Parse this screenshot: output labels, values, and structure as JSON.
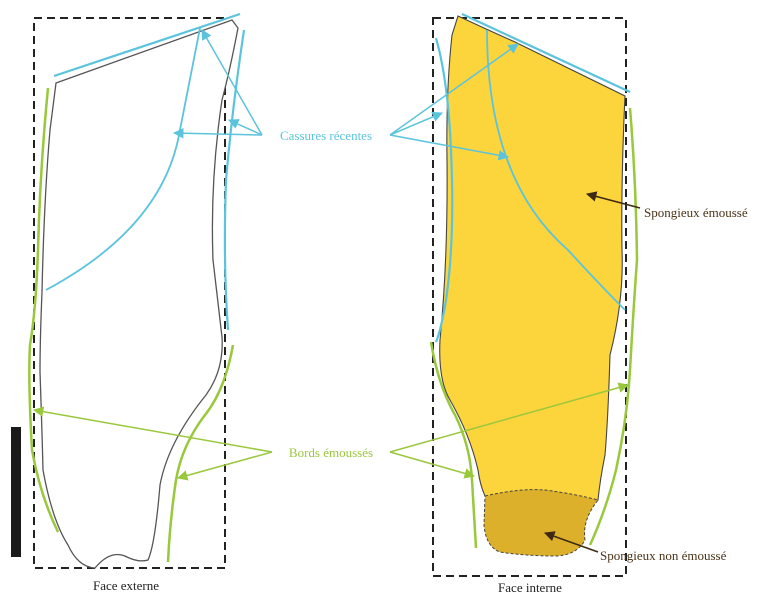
{
  "labels": {
    "recent_breaks": "Cassures récentes",
    "blunted_edges": "Bords émoussés",
    "spongy_blunted": "Spongieux émoussé",
    "spongy_not_blunted": "Spongieux non émoussé",
    "face_externe": "Face externe",
    "face_interne": "Face interne"
  },
  "colors": {
    "recent_breaks": "#5bc4dc",
    "blunted_edges": "#9ac83c",
    "spongy_blunted": "#fcd43c",
    "spongy_not_blunted": "#dcb02a",
    "annotation_arrow": "#3c2a14",
    "label_text_dark": "#4a3418",
    "outline": "#666666",
    "scale_bar": "#1a1a1a"
  },
  "legend_icons": [
    "arrow-icon"
  ]
}
